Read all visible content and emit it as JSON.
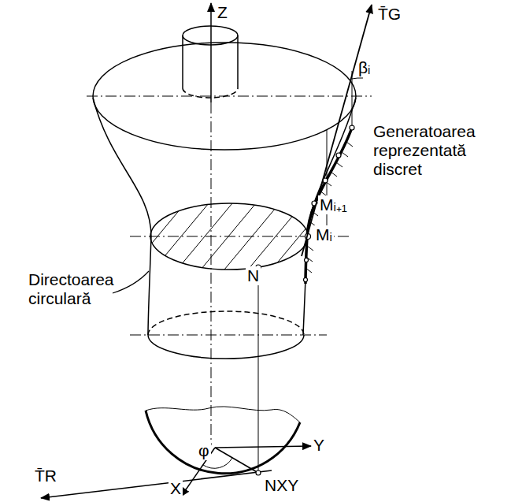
{
  "diagram": {
    "labels": [
      "Z",
      "T̄G",
      "βᵢ",
      "Generatoarea reprezentată discret",
      "Mᵢ₊₁",
      "Mᵢ",
      "N",
      "Directoarea circulară",
      "Y",
      "φ",
      "X",
      "NXY",
      "T̄R"
    ]
  }
}
